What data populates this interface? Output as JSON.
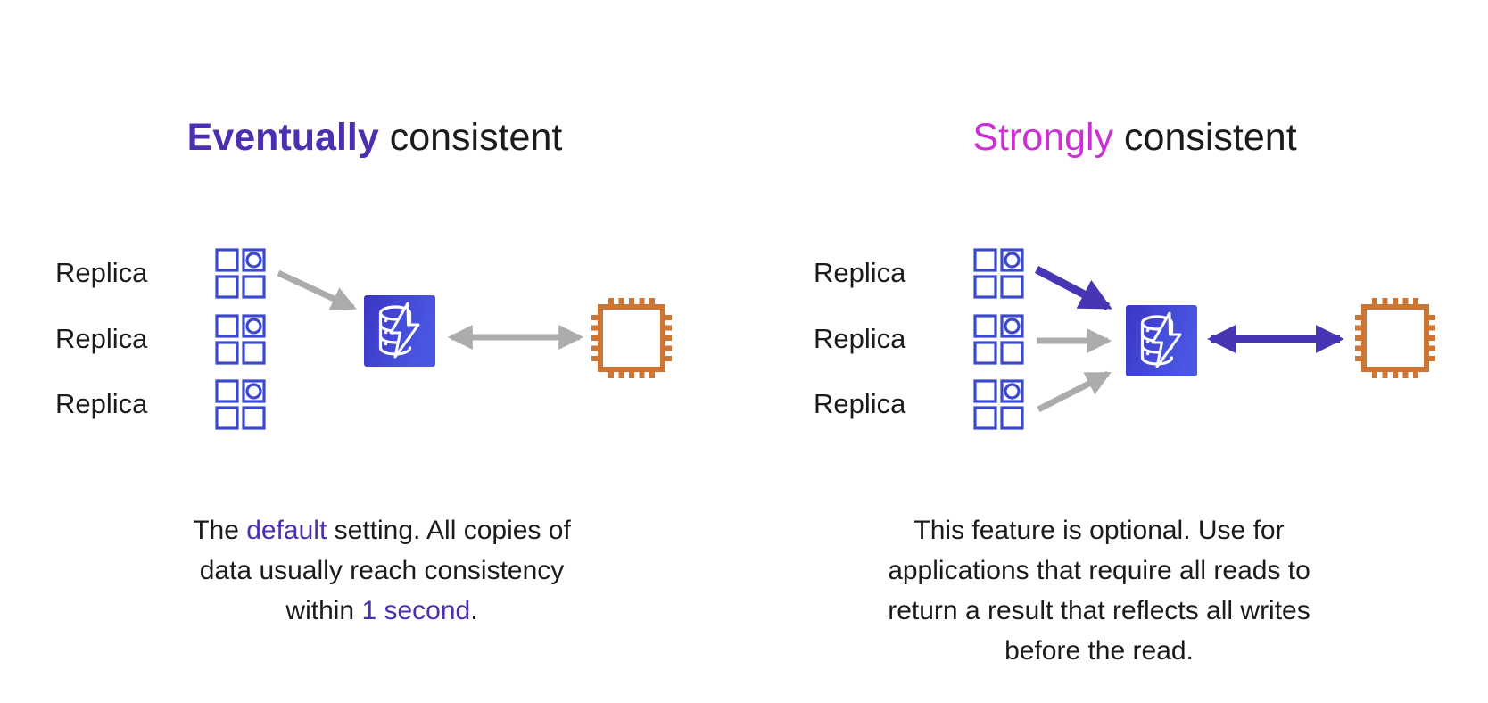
{
  "slide": {
    "left": {
      "title": {
        "highlight": "Eventually",
        "rest": " consistent"
      },
      "replicas": [
        {
          "label": "Replica"
        },
        {
          "label": "Replica"
        },
        {
          "label": "Replica"
        }
      ],
      "caption": {
        "part1": "The ",
        "highlight1": "default",
        "part2": " setting. All copies of data usually reach consistency within ",
        "highlight2": "1 second",
        "part3": "."
      }
    },
    "right": {
      "title": {
        "highlight": "Strongly",
        "rest": " consistent"
      },
      "replicas": [
        {
          "label": "Replica"
        },
        {
          "label": "Replica"
        },
        {
          "label": "Replica"
        }
      ],
      "caption": {
        "text": "This feature is optional. Use for applications that require all reads to return a result that reflects all writes before the read."
      }
    },
    "icons": {
      "replica": "replica-table-icon",
      "cache": "dynamodb-accelerator-icon",
      "client": "cpu-chip-icon"
    }
  },
  "colors": {
    "title_purple": "#4B2FB0",
    "arrow_purple": "#4636B4",
    "magenta": "#CC2FD4",
    "replica_blue": "#3C49CE",
    "dax_gradient_start": "#3B36C4",
    "dax_gradient_end": "#4A57E4",
    "chip_orange": "#CE7533",
    "arrow_gray": "#ACACAC",
    "text_black": "#1B1B1B"
  }
}
